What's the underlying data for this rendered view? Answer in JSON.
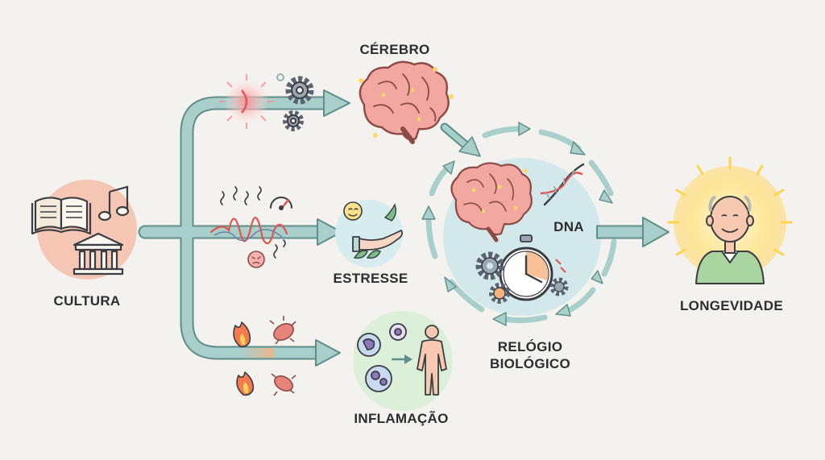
{
  "labels": {
    "cultura": "CULTURA",
    "cerebro": "CÉREBRO",
    "estresse": "ESTRESSE",
    "inflamacao": "INFLAMAÇÃO",
    "dna": "DNA",
    "relogio_line1": "RELÓGIO",
    "relogio_line2": "BIOLÓGICO",
    "longevidade": "LONGEVIDADE"
  },
  "icons": {
    "cultura": [
      "book-icon",
      "music-note-icon",
      "museum-icon"
    ],
    "cerebro": [
      "brain-icon",
      "gear-icon",
      "glow-signal-icon"
    ],
    "estresse": [
      "stress-wave-icon",
      "gauge-icon",
      "angry-face-icon",
      "calm-face-icon",
      "hand-icon",
      "leaf-icon"
    ],
    "inflamacao": [
      "flame-icon",
      "bacteria-icon",
      "cell-icon",
      "human-body-icon"
    ],
    "center": [
      "brain-icon",
      "dna-helix-icon",
      "stopwatch-icon",
      "gear-icon"
    ],
    "longevidade": [
      "elderly-person-icon",
      "sun-glow-icon"
    ]
  },
  "colors": {
    "arrow": "#a9cfcb",
    "arrow_stroke": "#5f8d89",
    "brain": "#f2a7a0",
    "brain_stroke": "#8c4a45",
    "center_circle": "#d3e8ea",
    "cultura_circle": "#f6c6b5",
    "estresse_circle": "#d7ecee",
    "inflamacao_circle": "#dcefd8",
    "sun": "#ffe08a",
    "shirt": "#a8d5a0"
  }
}
